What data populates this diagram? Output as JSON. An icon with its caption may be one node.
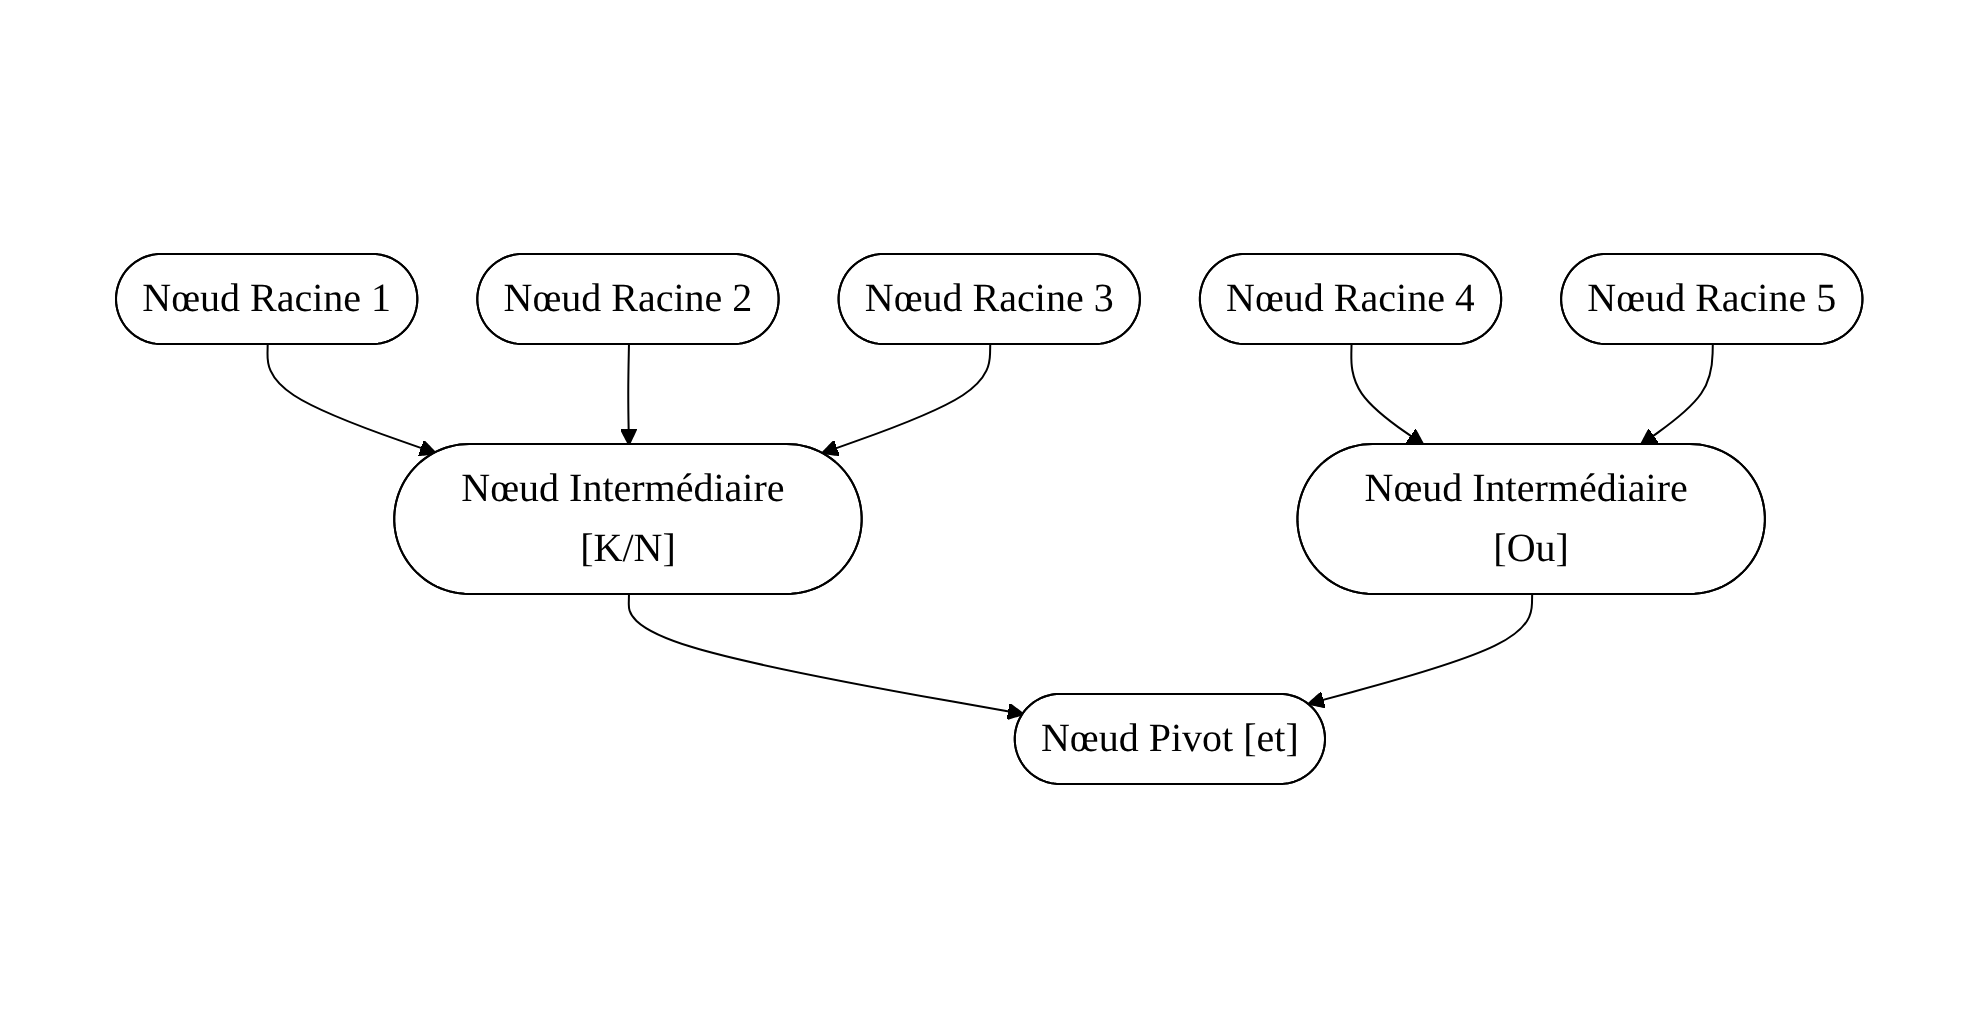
{
  "diagram": {
    "nodes": [
      {
        "text": [
          "Nœud Racine 1"
        ]
      },
      {
        "text": [
          "Nœud Racine 2"
        ]
      },
      {
        "text": [
          "Nœud Racine 3"
        ]
      },
      {
        "text": [
          "Nœud Racine 4"
        ]
      },
      {
        "text": [
          "Nœud Racine 5"
        ]
      },
      {
        "text": [
          "Nœud Intermédiaire [K/N]"
        ]
      },
      {
        "text": [
          "Nœud Intermédiaire [Ou]"
        ]
      },
      {
        "text": [
          "Nœud Pivot [et]"
        ]
      }
    ],
    "edges": [
      {
        "from": 0,
        "to": 5,
        "arrow": "to"
      },
      {
        "from": 1,
        "to": 5,
        "arrow": "to"
      },
      {
        "from": 2,
        "to": 5,
        "arrow": "to"
      },
      {
        "from": 3,
        "to": 6,
        "arrow": "to"
      },
      {
        "from": 4,
        "to": 6,
        "arrow": "to"
      },
      {
        "from": 5,
        "to": 7,
        "arrow": "to"
      },
      {
        "from": 6,
        "to": 7,
        "arrow": "to"
      }
    ]
  }
}
